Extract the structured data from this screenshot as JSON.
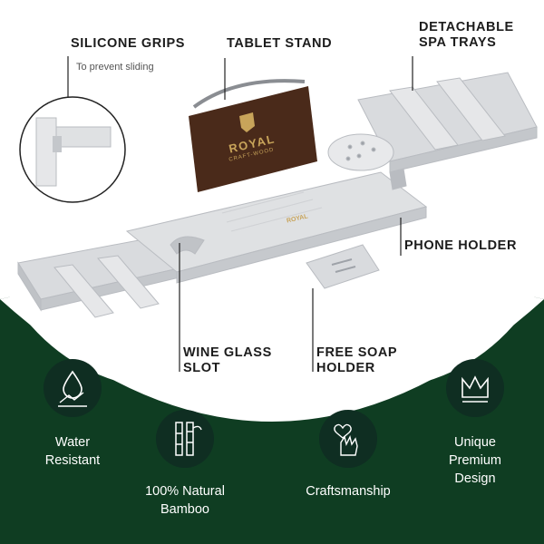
{
  "callouts": {
    "silicone_grips": "SILICONE GRIPS",
    "silicone_sub": "To prevent sliding",
    "tablet_stand": "TABLET STAND",
    "spa_trays_line1": "DETACHABLE",
    "spa_trays_line2": "SPA TRAYS",
    "phone_holder": "PHONE HOLDER",
    "wine_line1": "WINE GLASS",
    "wine_line2": "SLOT",
    "soap_line1": "FREE SOAP",
    "soap_line2": "HOLDER"
  },
  "brand": {
    "name": "ROYAL",
    "tagline": "CRAFT-WOOD",
    "small": "ROYAL"
  },
  "features": [
    {
      "icon": "water-drop-icon",
      "line1": "Water",
      "line2": "Resistant"
    },
    {
      "icon": "bamboo-icon",
      "line1": "100% Natural",
      "line2": "Bamboo"
    },
    {
      "icon": "heart-hand-icon",
      "line1": "Craftsmanship",
      "line2": ""
    },
    {
      "icon": "crown-icon",
      "line1": "Unique",
      "line2": "Premium",
      "line3": "Design"
    }
  ],
  "colors": {
    "green": "#0f3d22",
    "dark_green": "#0f2e22",
    "tray_gray": "#d6d8dc",
    "tablet_brown": "#4a2a1a",
    "gold": "#c8a45a"
  }
}
